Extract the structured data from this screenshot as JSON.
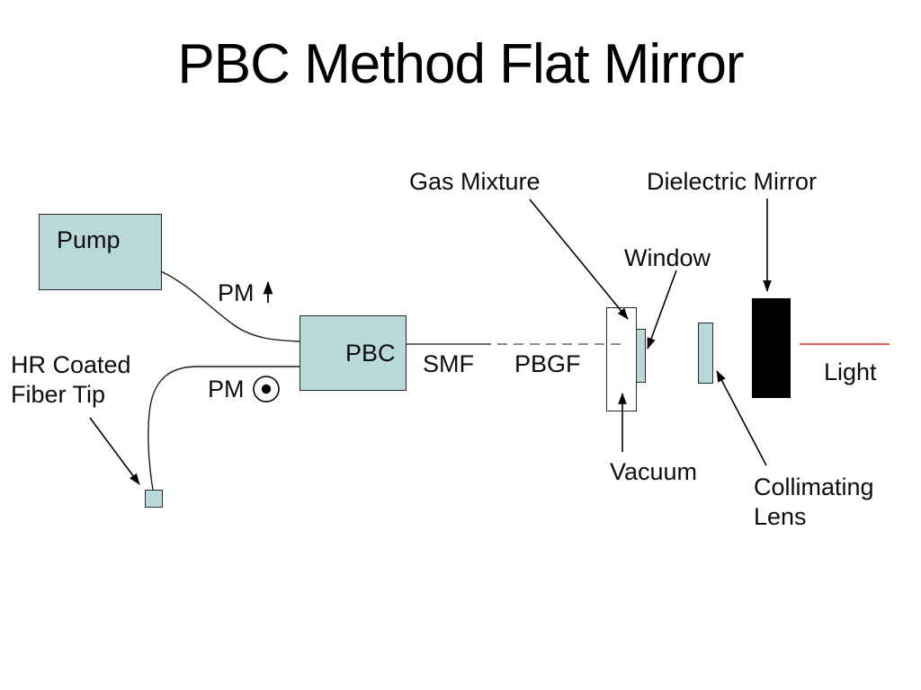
{
  "title": "PBC Method Flat Mirror",
  "colors": {
    "component_fill": "#b8d8da",
    "component_border": "#2a2a2a",
    "mirror_fill": "#000000",
    "light_beam": "#d96a6a",
    "smf_line": "#545454",
    "pbgf_dash": "#7f7f7f"
  },
  "components": {
    "pump": {
      "label": "Pump"
    },
    "pbc": {
      "label": "PBC"
    },
    "pm_top": {
      "label": "PM"
    },
    "pm_bottom": {
      "label": "PM"
    },
    "hr_fiber_tip": {
      "label_line1": "HR Coated",
      "label_line2": "Fiber Tip"
    },
    "smf": {
      "label": "SMF"
    },
    "pbgf": {
      "label": "PBGF"
    },
    "gas_mixture": {
      "label": "Gas Mixture"
    },
    "window": {
      "label": "Window"
    },
    "dielectric_mirror": {
      "label": "Dielectric Mirror"
    },
    "vacuum": {
      "label": "Vacuum"
    },
    "collimating_lens": {
      "label_line1": "Collimating",
      "label_line2": "Lens"
    },
    "light": {
      "label": "Light"
    }
  }
}
